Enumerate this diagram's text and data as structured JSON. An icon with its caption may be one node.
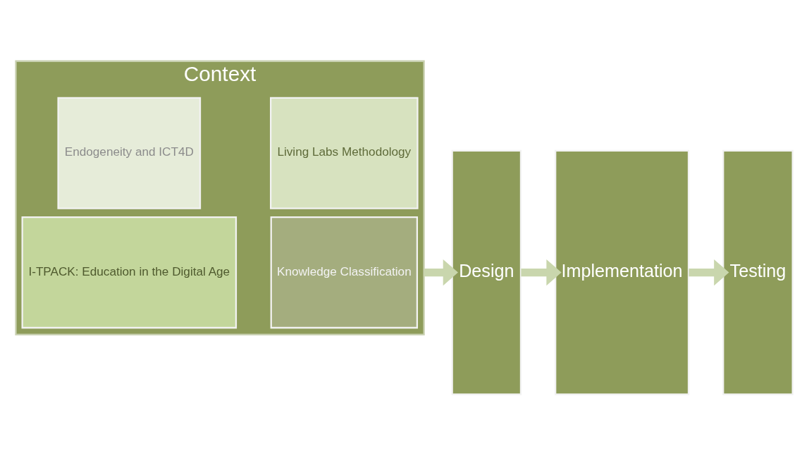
{
  "diagram": {
    "nodes": [
      {
        "text": [
          "Context"
        ]
      },
      {
        "text": [
          "Endogeneity and ICT4D"
        ],
        "in": 0
      },
      {
        "text": [
          "Living Labs Methodology"
        ],
        "in": 0
      },
      {
        "text": [
          "I-TPACK: Education in the Digital Age"
        ],
        "in": 0
      },
      {
        "text": [
          "Knowledge Classification"
        ],
        "in": 0
      },
      {
        "text": [
          "Design"
        ]
      },
      {
        "text": [
          "Implementation"
        ]
      },
      {
        "text": [
          "Testing"
        ]
      }
    ],
    "edges": [
      {
        "from": 0,
        "to": 5,
        "arrow": "to"
      },
      {
        "from": 5,
        "to": 6,
        "arrow": "to"
      },
      {
        "from": 6,
        "to": 7,
        "arrow": "to"
      }
    ]
  }
}
